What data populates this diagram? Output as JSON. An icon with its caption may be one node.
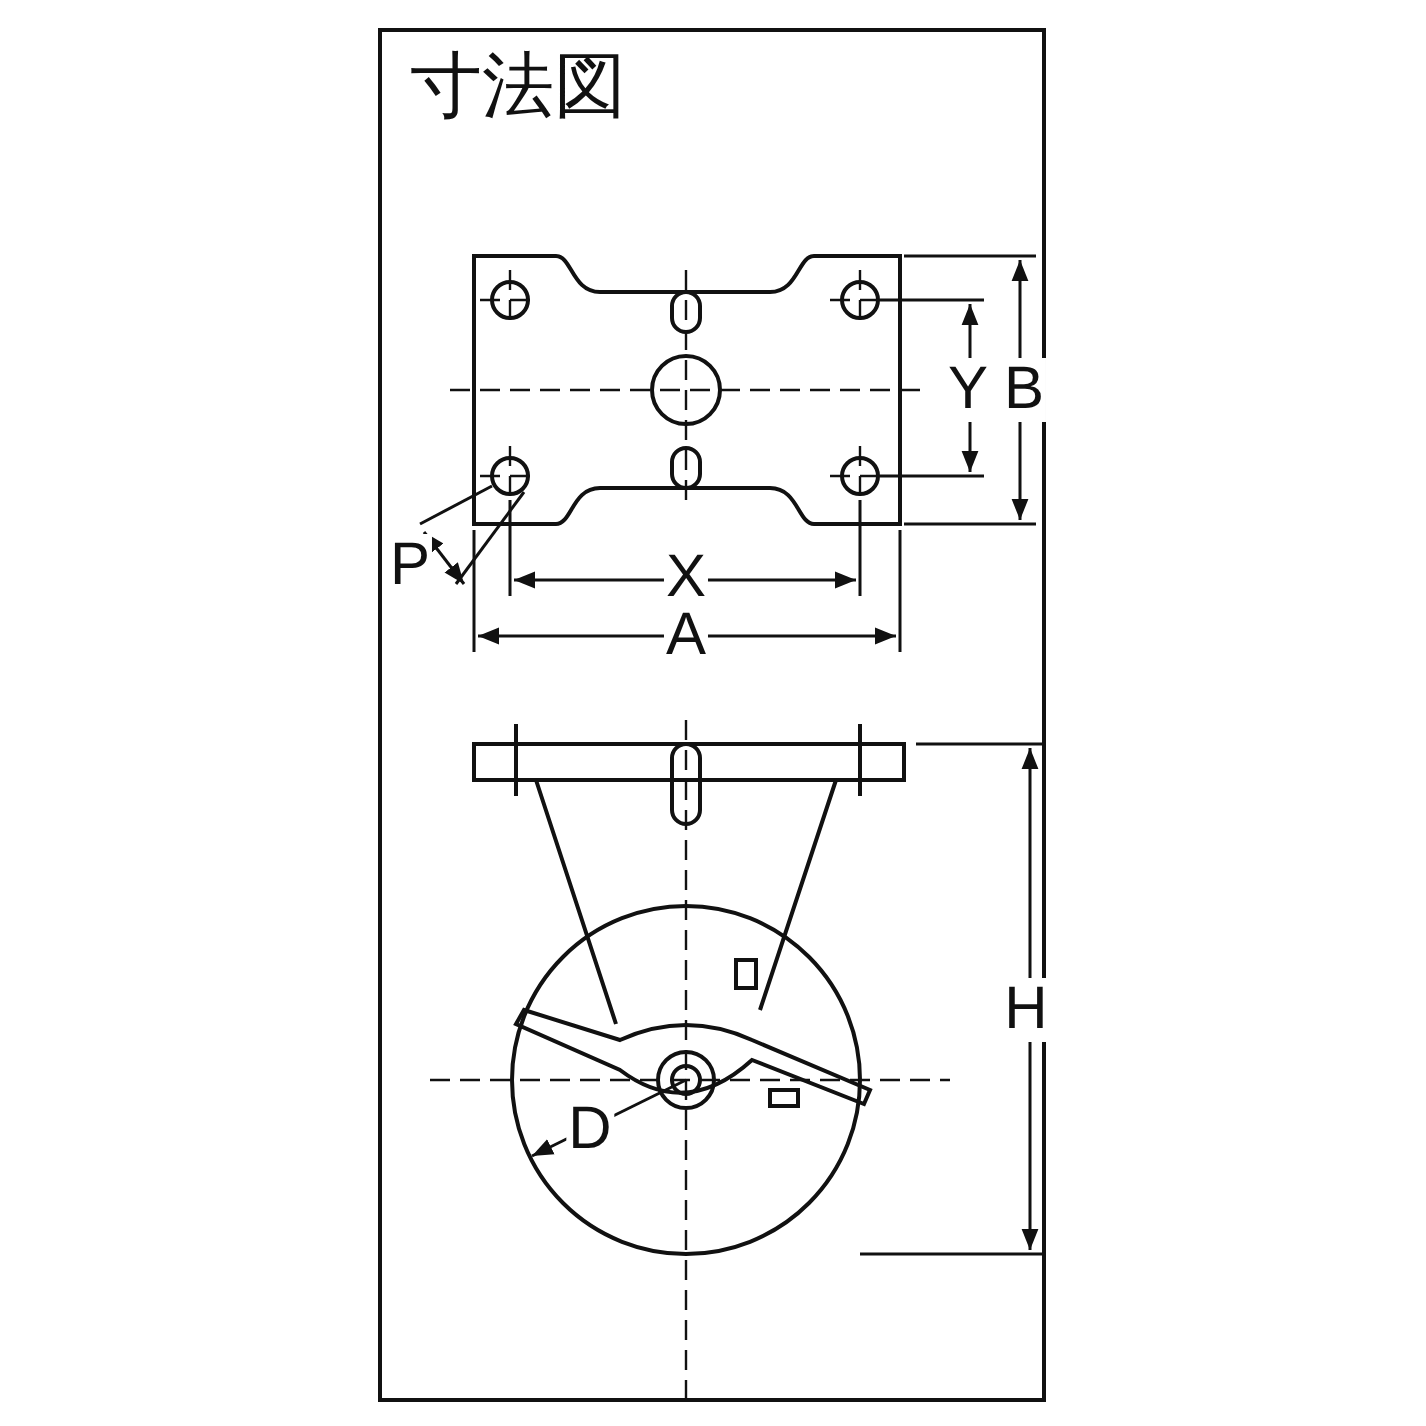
{
  "diagram": {
    "title": "寸法図",
    "labels": [
      "Y",
      "B",
      "P",
      "X",
      "A",
      "H",
      "D"
    ]
  }
}
